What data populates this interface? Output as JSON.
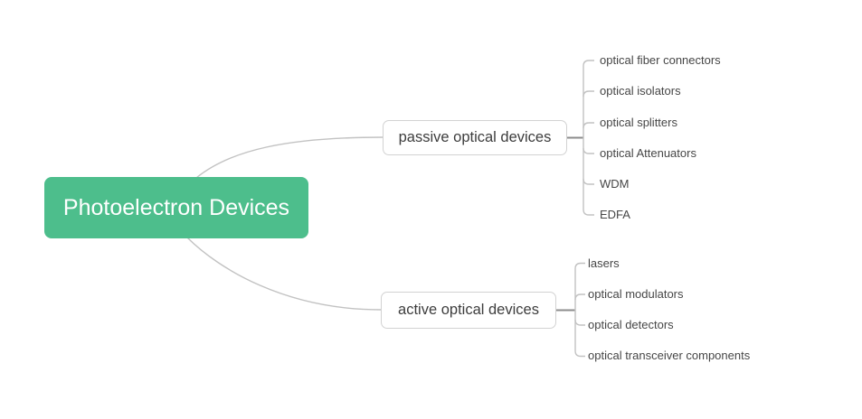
{
  "root": {
    "label": "Photoelectron Devices",
    "bg_color": "#4DBE8C",
    "text_color": "#ffffff"
  },
  "branches": [
    {
      "label": "passive optical devices",
      "children": [
        "optical fiber connectors",
        "optical isolators",
        "optical splitters",
        "optical Attenuators",
        "WDM",
        "EDFA"
      ]
    },
    {
      "label": "active optical devices",
      "children": [
        "lasers",
        "optical modulators",
        "optical detectors",
        "optical transceiver components"
      ]
    }
  ],
  "style": {
    "connector_color": "#c2c2c2",
    "junction_line_color": "#8c8c8c",
    "node_border_color": "#d2d2d2",
    "node_text_color": "#3d3d3d",
    "leaf_text_color": "#464646",
    "background_color": "#ffffff"
  }
}
